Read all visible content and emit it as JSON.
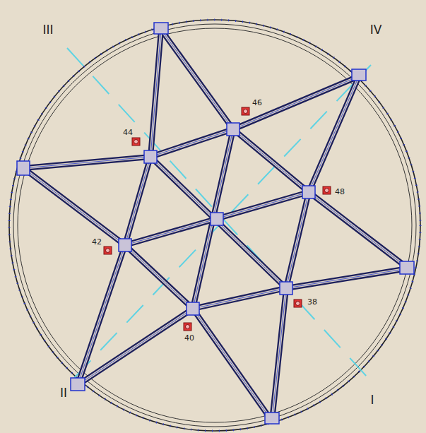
{
  "diagram": {
    "labels": [
      "III",
      "IV",
      "46",
      "44",
      "48",
      "42",
      "38",
      "40",
      "II",
      "I"
    ]
  }
}
